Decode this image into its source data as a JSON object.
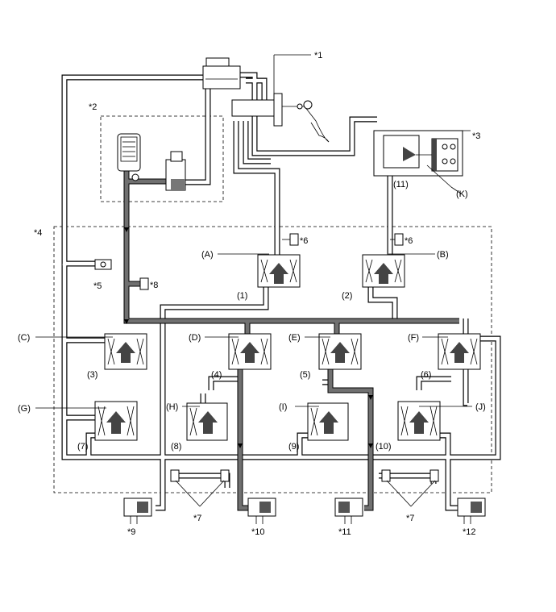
{
  "callouts": {
    "c1": "*1",
    "c2": "*2",
    "c3": "*3",
    "c4": "*4",
    "c5": "*5",
    "c6a": "*6",
    "c6b": "*6",
    "c7a": "*7",
    "c7b": "*7",
    "c8": "*8",
    "c9": "*9",
    "c10": "*10",
    "c11": "*11",
    "c12": "*12"
  },
  "valve_letters": {
    "A": "(A)",
    "B": "(B)",
    "C": "(C)",
    "D": "(D)",
    "E": "(E)",
    "F": "(F)",
    "G": "(G)",
    "H": "(H)",
    "I": "(I)",
    "J": "(J)",
    "K": "(K)"
  },
  "valve_numbers": {
    "n1": "(1)",
    "n2": "(2)",
    "n3": "(3)",
    "n4": "(4)",
    "n5": "(5)",
    "n6": "(6)",
    "n7": "(7)",
    "n8": "(8)",
    "n9": "(9)",
    "n10": "(10)",
    "n11": "(11)"
  },
  "colors": {
    "pipe_outline": "#000000",
    "pipe_fill": "#ffffff",
    "active_flow": "#707070",
    "valve_body": "#444444"
  }
}
